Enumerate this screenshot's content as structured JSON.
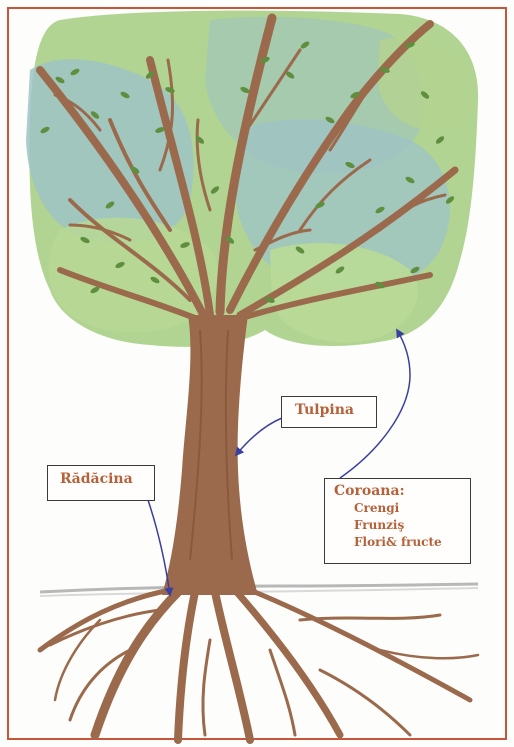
{
  "diagram": {
    "labels": {
      "stem": "Tulpina",
      "root": "Rădăcina",
      "crown_title": "Coroana:",
      "crown_items": [
        "Crengi",
        "Frunziş",
        "Flori& fructe"
      ]
    },
    "colors": {
      "border": "#c8553a",
      "trunk": "#9b6a4c",
      "trunk_dark": "#7d4f36",
      "foliage_green": "#a9cf86",
      "foliage_blue": "#9fc3c6",
      "leaf": "#5f8f3e",
      "ground": "#b8b8b8",
      "arrow": "#3b3fa0",
      "label_text": "#b5613a"
    }
  }
}
